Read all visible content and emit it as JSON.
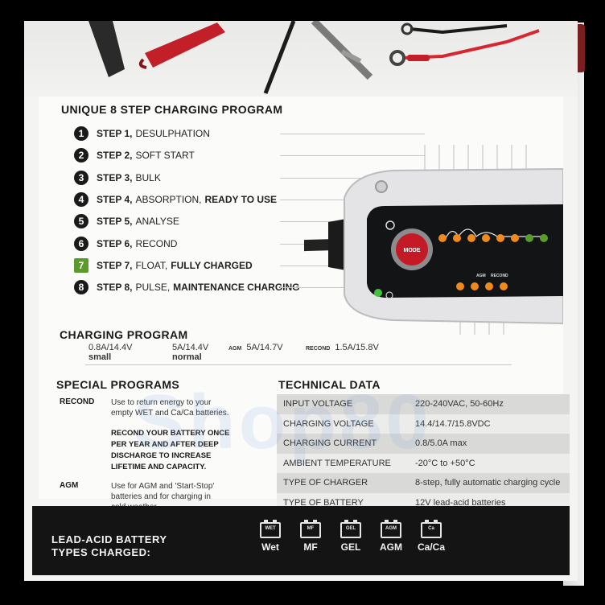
{
  "title": "UNIQUE 8 STEP CHARGING PROGRAM",
  "steps": [
    {
      "num": "1",
      "label": "STEP 1,",
      "desc": "DESULPHATION",
      "extra": ""
    },
    {
      "num": "2",
      "label": "STEP 2,",
      "desc": "SOFT START",
      "extra": ""
    },
    {
      "num": "3",
      "label": "STEP 3,",
      "desc": "BULK",
      "extra": ""
    },
    {
      "num": "4",
      "label": "STEP 4,",
      "desc": "ABSORPTION,",
      "extra": "READY TO USE"
    },
    {
      "num": "5",
      "label": "STEP 5,",
      "desc": "ANALYSE",
      "extra": ""
    },
    {
      "num": "6",
      "label": "STEP 6,",
      "desc": "RECOND",
      "extra": ""
    },
    {
      "num": "7",
      "label": "STEP 7,",
      "desc": "FLOAT,",
      "extra": "FULLY CHARGED"
    },
    {
      "num": "8",
      "label": "STEP 8,",
      "desc": "PULSE,",
      "extra": "MAINTENANCE CHARGING"
    }
  ],
  "charger": {
    "mode_label": "MODE",
    "indicator_labels": [
      "AGM",
      "RECOND"
    ]
  },
  "charging_program": {
    "title": "CHARGING PROGRAM",
    "items": [
      {
        "tag": "",
        "value": "0.8A/14.4V",
        "sub": "small"
      },
      {
        "tag": "",
        "value": "5A/14.4V",
        "sub": "normal"
      },
      {
        "tag": "AGM",
        "value": "5A/14.7V",
        "sub": ""
      },
      {
        "tag": "RECOND",
        "value": "1.5A/15.8V",
        "sub": ""
      }
    ]
  },
  "special_programs": {
    "title": "SPECIAL PROGRAMS",
    "recond_label": "RECOND",
    "recond_text_1": "Use to return energy to your",
    "recond_text_2": "empty WET and Ca/Ca batteries.",
    "recond_bold_1": "RECOND YOUR BATTERY ONCE",
    "recond_bold_2": "PER YEAR AND AFTER DEEP",
    "recond_bold_3": "DISCHARGE TO INCREASE",
    "recond_bold_4": "LIFETIME AND CAPACITY.",
    "agm_label": "AGM",
    "agm_text_1": "Use for AGM and 'Start-Stop'",
    "agm_text_2": "batteries and for charging in",
    "agm_text_3": "cold weather."
  },
  "technical_data": {
    "title": "TECHNICAL DATA",
    "rows": [
      {
        "key": "INPUT VOLTAGE",
        "value": "220-240VAC, 50-60Hz"
      },
      {
        "key": "CHARGING VOLTAGE",
        "value": "14.4/14.7/15.8VDC"
      },
      {
        "key": "CHARGING CURRENT",
        "value": "0.8/5.0A max"
      },
      {
        "key": "AMBIENT TEMPERATURE",
        "value": "-20°C to +50°C"
      },
      {
        "key": "TYPE OF CHARGER",
        "value": "8-step, fully automatic charging cycle"
      },
      {
        "key": "TYPE OF BATTERY",
        "value": "12V lead-acid batteries"
      }
    ]
  },
  "battery_types": {
    "title_1": "LEAD-ACID BATTERY",
    "title_2": "TYPES CHARGED:",
    "items": [
      {
        "icon_label": "WET",
        "name": "Wet"
      },
      {
        "icon_label": "MF",
        "name": "MF"
      },
      {
        "icon_label": "GEL",
        "name": "GEL"
      },
      {
        "icon_label": "AGM",
        "name": "AGM"
      },
      {
        "icon_label": "Ca",
        "name": "Ca/Ca"
      }
    ]
  },
  "watermark": "Shop80",
  "colors": {
    "accent_green": "#5a9b2b",
    "mode_red": "#c41a26",
    "led_orange": "#f08a1c",
    "band_dark": "#141414"
  }
}
